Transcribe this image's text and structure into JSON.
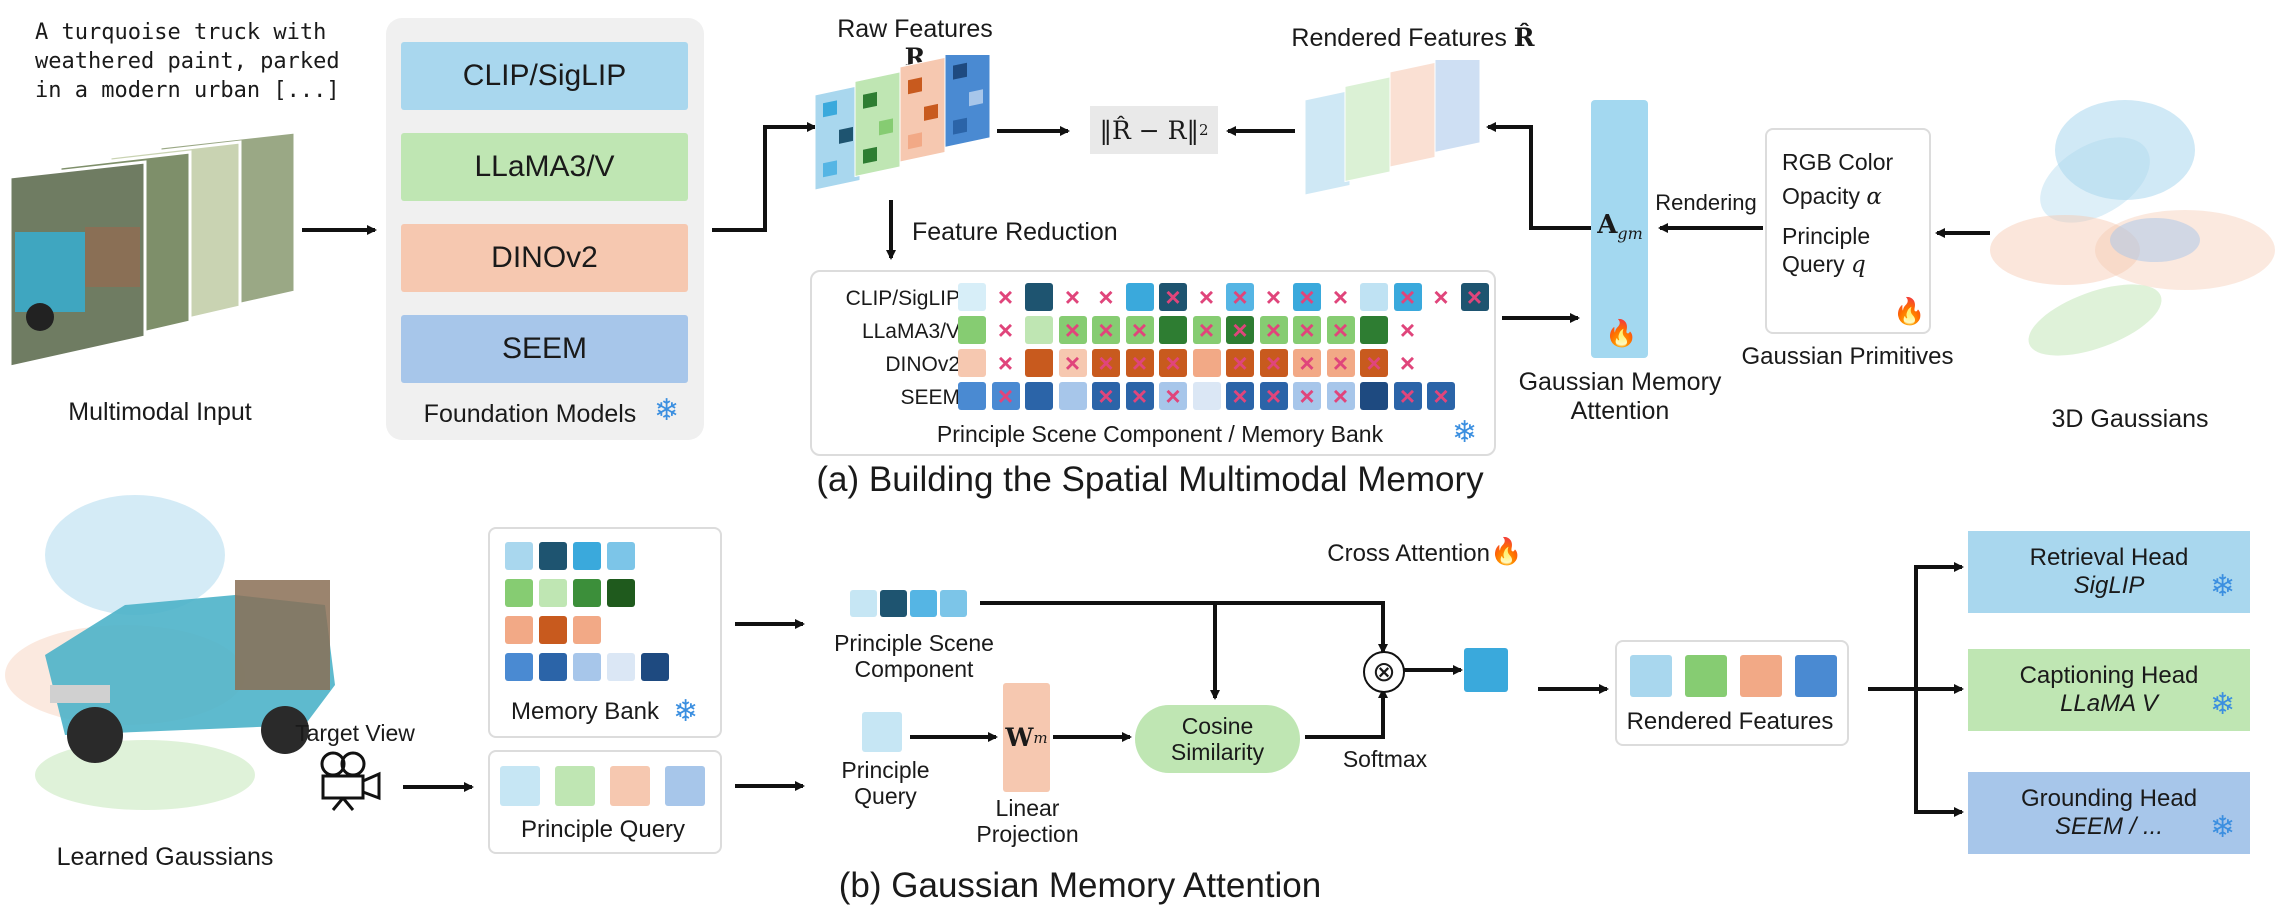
{
  "input_caption": [
    "A turquoise truck with",
    "weathered paint, parked",
    "in a modern urban [...]"
  ],
  "labels": {
    "multimodal_input": "Multimodal Input",
    "foundation_models": "Foundation Models",
    "raw_features": "Raw Features",
    "raw_symbol": "R",
    "rendered_features_top": "Rendered Features",
    "rendered_symbol": "R̂",
    "loss": "‖R̂ − R‖",
    "loss_sub": "2",
    "feature_reduction": "Feature Reduction",
    "attn_symbol": "A",
    "attn_sub": "gm",
    "rendering": "Rendering",
    "gaussian_memory_attention": [
      "Gaussian Memory",
      "Attention"
    ],
    "gaussian_primitives": "Gaussian Primitives",
    "three_d_gaussians": "3D Gaussians",
    "memory_bank_title": "Principle Scene Component / Memory Bank",
    "caption_a": "(a) Building the Spatial Multimodal Memory",
    "caption_b": "(b) Gaussian Memory Attention",
    "learned_gaussians": "Learned Gaussians",
    "target_view": "Target View",
    "memory_bank": "Memory Bank",
    "principle_query": "Principle Query",
    "cross_attention": "Cross Attention",
    "principle_scene_component": [
      "Principle Scene",
      "Component"
    ],
    "principle_query_small": [
      "Principle",
      "Query"
    ],
    "w_symbol": "W",
    "w_sub": "m",
    "linear_projection": [
      "Linear",
      "Projection"
    ],
    "cosine_similarity": [
      "Cosine",
      "Similarity"
    ],
    "softmax": "Softmax",
    "rendered_features_bottom": "Rendered Features",
    "otimes": "⊗"
  },
  "models": [
    "CLIP/SigLIP",
    "LLaMA3/V",
    "DINOv2",
    "SEEM"
  ],
  "primitives": {
    "rgb": "RGB Color",
    "opacity": "Opacity",
    "opacity_symbol": "α",
    "principle": "Principle",
    "query": "Query",
    "query_symbol": "q"
  },
  "heads": [
    {
      "name": "Retrieval Head",
      "model": "SigLIP"
    },
    {
      "name": "Captioning Head",
      "model": "LLaMA V"
    },
    {
      "name": "Grounding Head",
      "model": "SEEM / ..."
    }
  ],
  "colors": {
    "clip": "#a9d7ee",
    "llama": "#bfe6b3",
    "dino": "#f6c8b0",
    "seem": "#a7c6ea",
    "attn_bar": "#a3d8f0",
    "cross_mark": "#e0457b",
    "snowflake": "#3b8fe0",
    "fire": "#f08020"
  },
  "memory_rows": {
    "clip": [
      "#d7eef8",
      "x",
      "#1e5470",
      "x",
      "x",
      "#3aa9dc",
      "#1e5470x",
      "x",
      "#55b5e4x",
      "x",
      "#3aa9dcx",
      "x",
      "#bfe2f3",
      "#3aa9dcx",
      "x",
      "#1e5470x"
    ],
    "llama": [
      "#86cc72",
      "x",
      "#bfe6b3",
      "#86cc72x",
      "#86cc72x",
      "#86cc72x",
      "#2e7d32",
      "#86cc72x",
      "#2e7d32x",
      "#86cc72x",
      "#86cc72x",
      "#86cc72x",
      "#2e7d32",
      "x"
    ],
    "dino": [
      "#f6c8b0",
      "x",
      "#c85a1e",
      "#f6c8b0x",
      "#c85a1ex",
      "#c85a1ex",
      "#c85a1ex",
      "#f2a986",
      "#c85a1ex",
      "#c85a1ex",
      "#f2a986x",
      "#f2a986x",
      "#c85a1ex",
      "x"
    ],
    "seem": [
      "#4a8ad2",
      "#4a8ad2x",
      "#2b64a8",
      "#a7c6ea",
      "#2b64a8x",
      "#2b64a8x",
      "#a7c6eax",
      "#dbe7f5",
      "#2b64a8x",
      "#2b64a8x",
      "#a7c6eax",
      "#a7c6eax",
      "#1e4a80",
      "#2b64a8x",
      "#2b64a8x"
    ]
  }
}
